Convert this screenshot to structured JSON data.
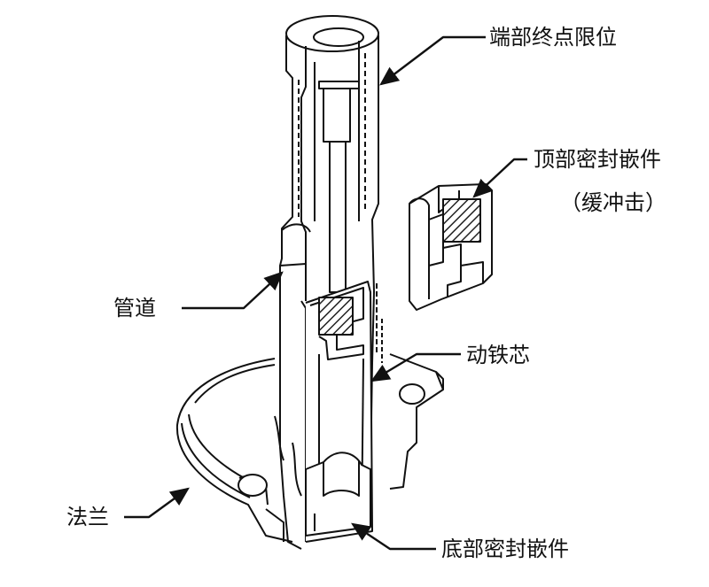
{
  "labels": {
    "end_stop": "端部终点限位",
    "top_seal_insert": "顶部密封嵌件",
    "top_seal_note": "（缓冲击）",
    "tube": "管道",
    "moving_core": "动铁芯",
    "flange": "法兰",
    "bottom_seal_insert": "底部密封嵌件"
  },
  "colors": {
    "ink": "#111111",
    "hatch": "#222222",
    "paper": "#ffffff"
  }
}
